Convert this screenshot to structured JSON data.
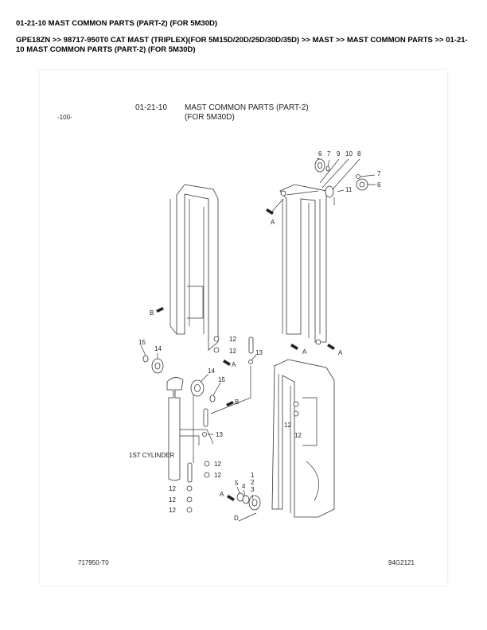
{
  "header": {
    "title": "01-21-10 MAST COMMON PARTS (PART-2) (FOR 5M30D)",
    "breadcrumb": "GPE18ZN >> 98717-950T0 CAT MAST  (TRIPLEX)(FOR 5M15D/20D/25D/30D/35D) >> MAST >> MAST COMMON PARTS >> 01-21-10 MAST COMMON PARTS (PART-2) (FOR 5M30D)"
  },
  "diagram": {
    "page_no": "-100-",
    "code": "01-21-10",
    "title_line1": "MAST COMMON PARTS (PART-2)",
    "title_line2": "(FOR 5M30D)",
    "cylinder_label": "1ST CYLINDER",
    "drawing_no_left": "717950-T0",
    "drawing_no_right": "94G2121",
    "callouts": [
      "6",
      "7",
      "9",
      "10",
      "8",
      "7",
      "6",
      "11",
      "A",
      "B",
      "12",
      "12",
      "A",
      "15",
      "14",
      "14",
      "15",
      "13",
      "A",
      "A",
      "B",
      "13",
      "12",
      "12",
      "12",
      "12",
      "12",
      "12",
      "12",
      "5",
      "4",
      "1",
      "2",
      "3",
      "A",
      "D"
    ]
  }
}
